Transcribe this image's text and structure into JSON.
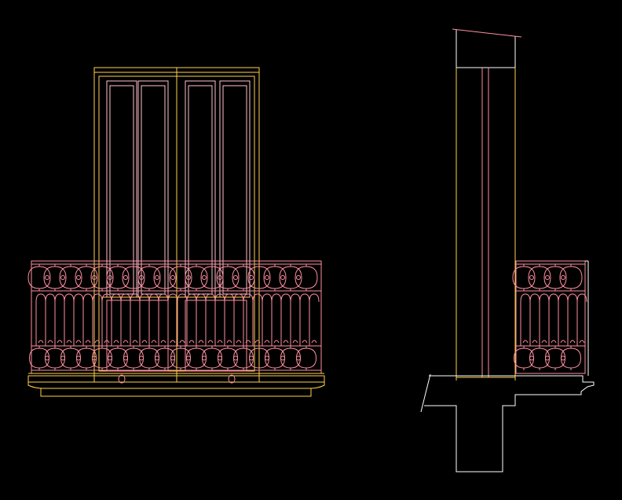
{
  "drawing": {
    "background": "#000000",
    "colors": {
      "frame": "#FFD24A",
      "ironwork": "#FF8FA0",
      "glazing": "#FFC2CC",
      "section": "#FFFFFF"
    },
    "views": [
      {
        "id": "front-elevation",
        "content": "french-door-with-wrought-iron-balcony-railing"
      },
      {
        "id": "side-section",
        "content": "wall-section-with-balcony-slab-and-railing"
      }
    ]
  }
}
